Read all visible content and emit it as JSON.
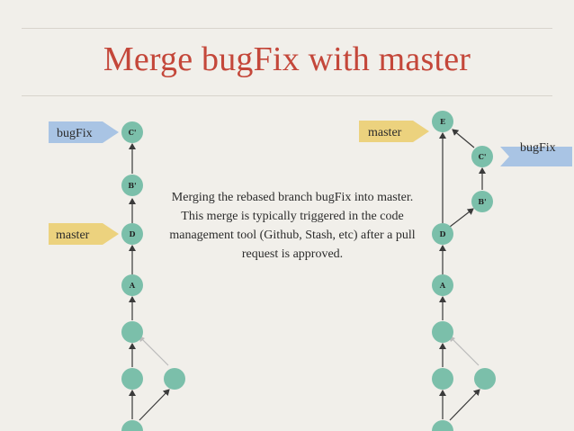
{
  "slide": {
    "title": "Merge bugFix with master",
    "caption": "Merging the rebased branch bugFix into master. This merge is typically triggered in the code management tool (Github, Stash, etc) after a pull request is approved."
  },
  "colors": {
    "title": "#c4473a",
    "node": "#7bbfaa",
    "master_tag": "#ecd27e",
    "bugfix_tag": "#a9c4e4",
    "arrow": "#3a3a3a",
    "faint_edge": "#bbbbbb"
  },
  "left_graph": {
    "nodes": {
      "c_prime": "C'",
      "b_prime": "B'",
      "d": "D",
      "a": "A"
    },
    "tags": {
      "bugfix": "bugFix",
      "master": "master"
    }
  },
  "right_graph": {
    "nodes": {
      "e": "E",
      "c_prime": "C'",
      "b_prime": "B'",
      "d": "D",
      "a": "A"
    },
    "tags": {
      "master": "master",
      "bugfix": "bugFix"
    }
  }
}
